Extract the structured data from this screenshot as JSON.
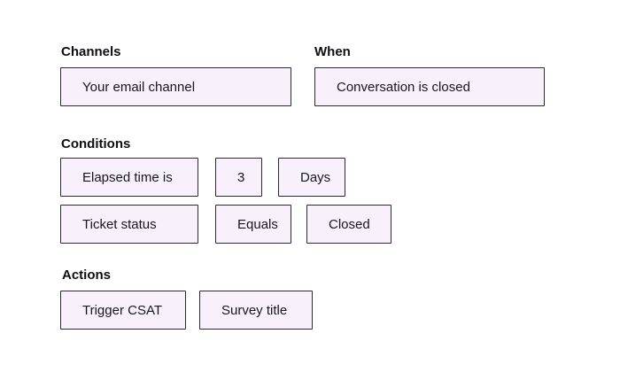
{
  "colors": {
    "background": "#ffffff",
    "chip_fill": "#f8f1fc",
    "chip_border": "#2c2933",
    "label_text": "#0d0d12",
    "chip_text": "#17171c"
  },
  "channels": {
    "label": "Channels",
    "value": "Your email channel"
  },
  "when": {
    "label": "When",
    "value": "Conversation is closed"
  },
  "conditions": {
    "label": "Conditions",
    "row1": {
      "field": "Elapsed time is",
      "amount": "3",
      "unit": "Days"
    },
    "row2": {
      "field": "Ticket status",
      "operator": "Equals",
      "value": "Closed"
    }
  },
  "actions": {
    "label": "Actions",
    "action": "Trigger CSAT",
    "param": "Survey title"
  }
}
